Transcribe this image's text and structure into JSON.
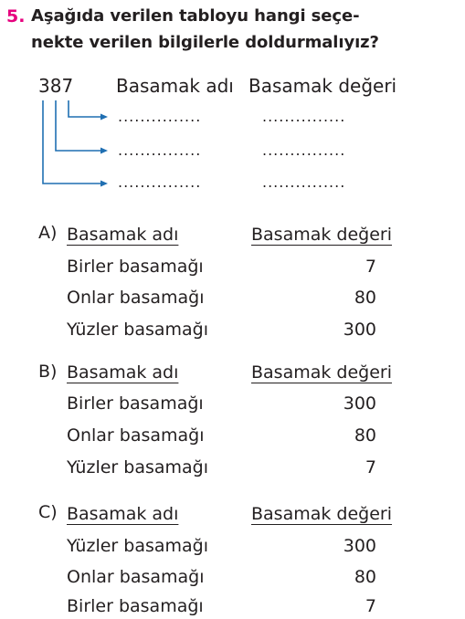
{
  "question": {
    "number": "5.",
    "line1": "Aşağıda verilen tabloyu hangi seçe-",
    "line2": "nekte verilen bilgilerle doldurmalıyız?"
  },
  "table": {
    "number": "387",
    "header_name": "Basamak adı",
    "header_value": "Basamak değeri",
    "blank": "...............",
    "arrow_color": "#1f6fb2"
  },
  "options": [
    {
      "letter": "A)",
      "header_name": "Basamak adı",
      "header_value": "Basamak değeri",
      "rows": [
        {
          "name": "Birler basamağı",
          "value": "7"
        },
        {
          "name": "Onlar basamağı",
          "value": "80"
        },
        {
          "name": "Yüzler basamağı",
          "value": "300"
        }
      ]
    },
    {
      "letter": "B)",
      "header_name": "Basamak adı",
      "header_value": "Basamak değeri",
      "rows": [
        {
          "name": "Birler basamağı",
          "value": "300"
        },
        {
          "name": "Onlar basamağı",
          "value": "80"
        },
        {
          "name": "Yüzler basamağı",
          "value": "7"
        }
      ]
    },
    {
      "letter": "C)",
      "header_name": "Basamak adı",
      "header_value": "Basamak değeri",
      "rows": [
        {
          "name": "Yüzler basamağı",
          "value": "300"
        },
        {
          "name": "Onlar basamağı",
          "value": "80"
        },
        {
          "name": "Birler basamağı",
          "value": "7"
        }
      ]
    }
  ]
}
